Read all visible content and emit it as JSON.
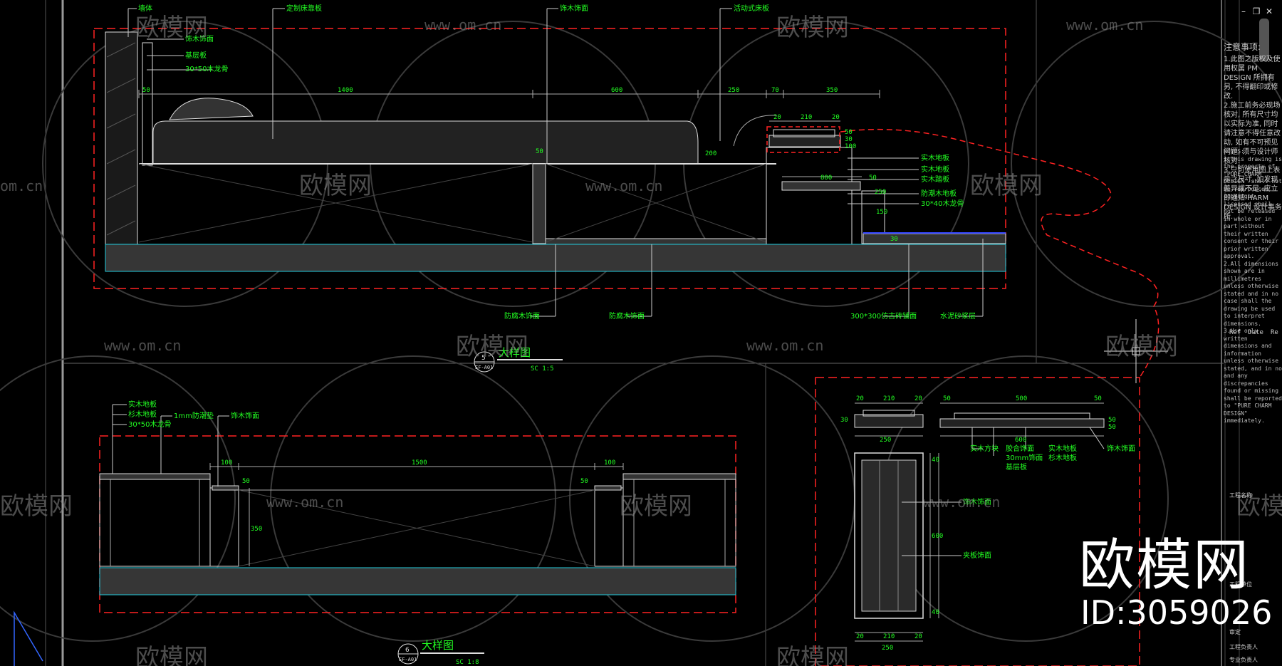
{
  "window": {
    "minimize": "–",
    "restore": "❐",
    "close": "✕"
  },
  "watermarks": {
    "url": "www.om.cn",
    "brand": "欧模网",
    "url_fragment": "om.cn",
    "big_brand": "欧模网",
    "id": "ID:3059026"
  },
  "section_top": {
    "labels": [
      "墙体",
      "定制床靠板",
      "饰木饰面",
      "活动式床板",
      "饰木饰面",
      "基层板",
      "30*50木龙骨",
      "实木地板",
      "实木地板",
      "实木踏板",
      "防潮木地板",
      "30*40木龙骨",
      "防腐木饰面",
      "防腐木饰面",
      "300*300仿古砖铺面",
      "水泥砂浆层"
    ],
    "dims": [
      "50",
      "1400",
      "600",
      "250",
      "70",
      "350",
      "20",
      "210",
      "20",
      "50",
      "800",
      "50",
      "250",
      "150",
      "30",
      "200",
      "30",
      "100",
      "50"
    ],
    "title": "大样图",
    "scale": "SC 1:5",
    "callout_num": "5",
    "callout_ref": "EF-A01"
  },
  "section_bottom_left": {
    "labels": [
      "实木地板",
      "杉木地板",
      "30*50木龙骨",
      "1mm防潮垫",
      "饰木饰面"
    ],
    "dims": [
      "100",
      "1500",
      "100",
      "50",
      "50",
      "350"
    ],
    "title": "大样图",
    "scale": "SC 1:8",
    "callout_num": "6",
    "callout_ref": "EF-A01"
  },
  "section_bottom_right": {
    "labels": [
      "实木方块",
      "胶合饰面",
      "30mm饰面",
      "基层板",
      "实木地板",
      "杉木地板",
      "饰木饰面",
      "饰木饰面",
      "夹板饰面"
    ],
    "dims": [
      "20",
      "210",
      "20",
      "50",
      "500",
      "50",
      "600",
      "250",
      "20",
      "210",
      "20",
      "250",
      "30",
      "50",
      "50",
      "40",
      "600",
      "40"
    ]
  },
  "sidebar": {
    "notes_title_cn": "注意事项:",
    "notes_cn": [
      "1.此图之版权及使用权属 PM DESIGN 所拥有 另, 不得翻印或修改.",
      "2.施工前务必现场核对, 所有尺寸均以实际为准, 同时请注意不得任意改动, 如有不可预见问题, 须与设计师核对.",
      "3.只可使用图上表示之尺寸, 如发现差异或不足, 应立即通知 HARM DESIGN 设计事务所."
    ],
    "notes_title_en": "NOTES:",
    "notes_en": "1.This drawing is the property of \"PURE CHARM DESIGN\" shall not be reproduced, copyright licensed shall not be released in whole or in part without their written consent or their prior written approval.\n2.All dimensions shown are in millimetres unless otherwise stated and in no case shall the drawing be used to interpret dimensions.\n3.Use only written dimensions and information unless otherwise stated, and in no and any discrepancies found or missing shall be reported to \"PURE CHARM DESIGN\" immediately.",
    "rev_headers": [
      "Ref",
      "Date",
      "Re"
    ],
    "stamp_1": "工程名称",
    "stamp_2": "工程单位",
    "stamp_3": "审定",
    "stamp_4": "工程负责人",
    "stamp_5": "专业负责人"
  },
  "colors": {
    "frame_red": "#ff2222",
    "text_green": "#22ff22",
    "line_white": "#e6e6e6",
    "cyan": "#22ccdd",
    "fill_gray": "#363636"
  }
}
